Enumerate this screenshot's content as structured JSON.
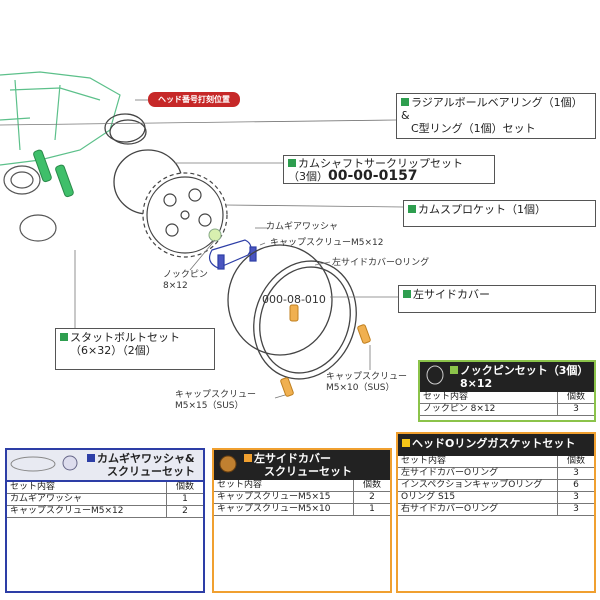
{
  "colors": {
    "green": "#2e9e4f",
    "blue": "#2d3ea6",
    "orange": "#f0a030",
    "knock_green": "#8bc34a",
    "head_yellow": "#f5c518",
    "red_label": "#c62828"
  },
  "red_label": "ヘッド番号打刻位置",
  "callouts": {
    "bearing": {
      "line1": "ラジアルボールベアリング（1個）&",
      "line2": "C型リング（1個）セット"
    },
    "circlip": {
      "line1": "カムシャフトサークリップセット",
      "qty": "（3個）",
      "part_no": "00-00-0157"
    },
    "sprocket": {
      "text": "カムスプロケット（1個）"
    },
    "side_cover": {
      "text": "左サイドカバー"
    },
    "stud": {
      "line1": "スタットボルトセット",
      "line2": "（6×32）（2個）"
    }
  },
  "labels": {
    "cam_gear_washer": "カムギアワッシャ",
    "cap_screw_m5x12": "キャップスクリューM5×12",
    "side_cover_oring": "左サイドカバーOリング",
    "knock_pin1": "ノックピン",
    "knock_pin2": "8×12",
    "cover_part_no": "000-08-010",
    "screw_m5x10_1": "キャップスクリュー",
    "screw_m5x10_2": "M5×10（SUS）",
    "screw_m5x15_1": "キャップスクリュー",
    "screw_m5x15_2": "M5×15（SUS）"
  },
  "tables": {
    "knock_pin": {
      "title1": "ノックピンセット（3個）",
      "title2": "8×12",
      "header": [
        "セット内容",
        "個数"
      ],
      "rows": [
        [
          "ノックピン 8×12",
          "3"
        ]
      ]
    },
    "cam_gear": {
      "title1": "カムギヤワッシャ&",
      "title2": "スクリューセット",
      "header": [
        "セット内容",
        "個数"
      ],
      "rows": [
        [
          "カムギアワッシャ",
          "1"
        ],
        [
          "キャップスクリューM5×12",
          "2"
        ]
      ]
    },
    "cover_screw": {
      "title1": "左サイドカバー",
      "title2": "スクリューセット",
      "header": [
        "セット内容",
        "個数"
      ],
      "rows": [
        [
          "キャップスクリューM5×15",
          "2"
        ],
        [
          "キャップスクリューM5×10",
          "1"
        ]
      ]
    },
    "head_oring": {
      "title1": "ヘッドOリングガスケットセット",
      "header": [
        "セット内容",
        "個数"
      ],
      "rows": [
        [
          "左サイドカバーOリング",
          "3"
        ],
        [
          "インスペクションキャップOリング",
          "6"
        ],
        [
          "Oリング S15",
          "3"
        ],
        [
          "右サイドカバーOリング",
          "3"
        ]
      ]
    }
  }
}
